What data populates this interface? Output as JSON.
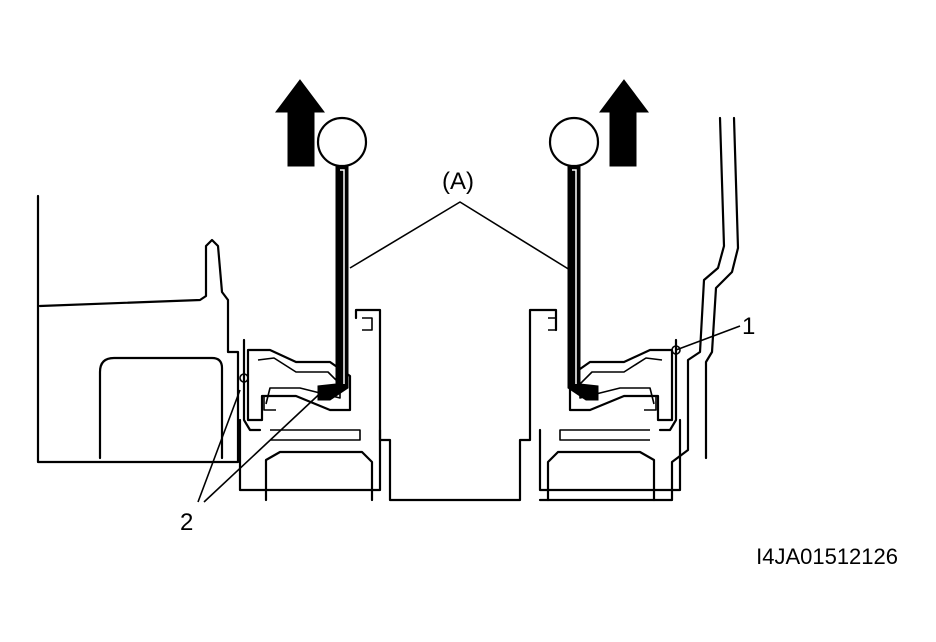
{
  "labels": {
    "tool": "(A)",
    "part_1": "1",
    "part_2": "2",
    "figure_code": "I4JA01512126"
  },
  "icons": [
    "arrow-up-icon",
    "arrow-up-icon"
  ],
  "colors": {
    "ink": "#000000",
    "paper": "#ffffff"
  }
}
